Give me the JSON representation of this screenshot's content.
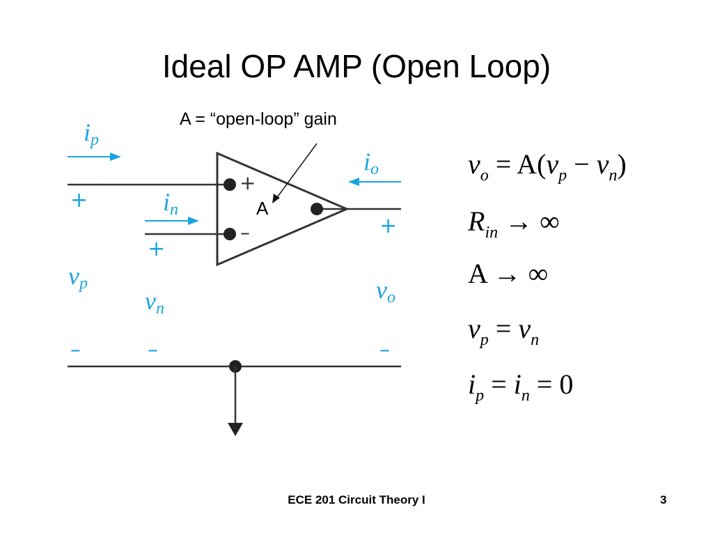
{
  "title": "Ideal OP AMP (Open Loop)",
  "gain_caption": "A = “open-loop” gain",
  "amp_symbol": "A",
  "labels": {
    "ip": {
      "base": "i",
      "sub": "p"
    },
    "io": {
      "base": "i",
      "sub": "o"
    },
    "in": {
      "base": "i",
      "sub": "n"
    },
    "vp": {
      "base": "v",
      "sub": "p"
    },
    "vn": {
      "base": "v",
      "sub": "n"
    },
    "vo": {
      "base": "v",
      "sub": "o"
    },
    "plus": "+",
    "minus": "–"
  },
  "amp_inputs": {
    "plus": "+",
    "minus": "–"
  },
  "equations": [
    {
      "id": "vo",
      "parts": [
        "v",
        "o",
        " = A(",
        "v",
        "p",
        " − ",
        "v",
        "n",
        ")"
      ]
    },
    {
      "id": "rin",
      "parts": [
        "R",
        "in",
        " → ∞"
      ]
    },
    {
      "id": "a",
      "parts": [
        "A → ∞"
      ]
    },
    {
      "id": "vpvn",
      "parts": [
        "v",
        "p",
        " = ",
        "v",
        "n"
      ]
    },
    {
      "id": "ipin",
      "parts": [
        "i",
        "p",
        " = ",
        "i",
        "n",
        " = 0"
      ]
    }
  ],
  "footer": {
    "course": "ECE 201 Circuit Theory  I",
    "page": "3"
  },
  "colors": {
    "accent": "#1aa3df",
    "wire": "#333333"
  }
}
